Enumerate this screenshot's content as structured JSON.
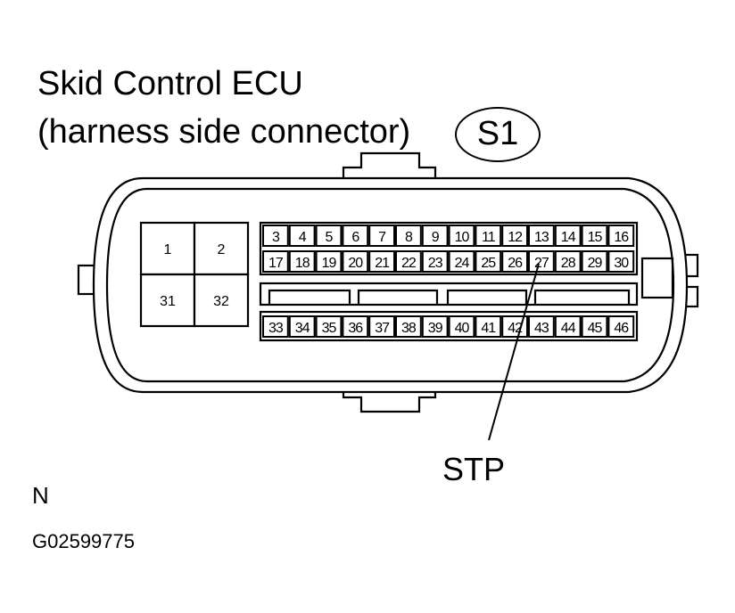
{
  "title_line1": "Skid Control ECU",
  "title_line2": "(harness side connector)",
  "connector_id": "S1",
  "callout_label": "STP",
  "view_letter": "N",
  "figure_code": "G02599775",
  "large_terminals": [
    "1",
    "2",
    "31",
    "32"
  ],
  "row_top": [
    "3",
    "4",
    "5",
    "6",
    "7",
    "8",
    "9",
    "10",
    "11",
    "12",
    "13",
    "14",
    "15",
    "16"
  ],
  "row_middle": [
    "17",
    "18",
    "19",
    "20",
    "21",
    "22",
    "23",
    "24",
    "25",
    "26",
    "27",
    "28",
    "29",
    "30"
  ],
  "row_bottom": [
    "33",
    "34",
    "35",
    "36",
    "37",
    "38",
    "39",
    "40",
    "41",
    "42",
    "43",
    "44",
    "45",
    "46"
  ],
  "callout_terminal": "27"
}
